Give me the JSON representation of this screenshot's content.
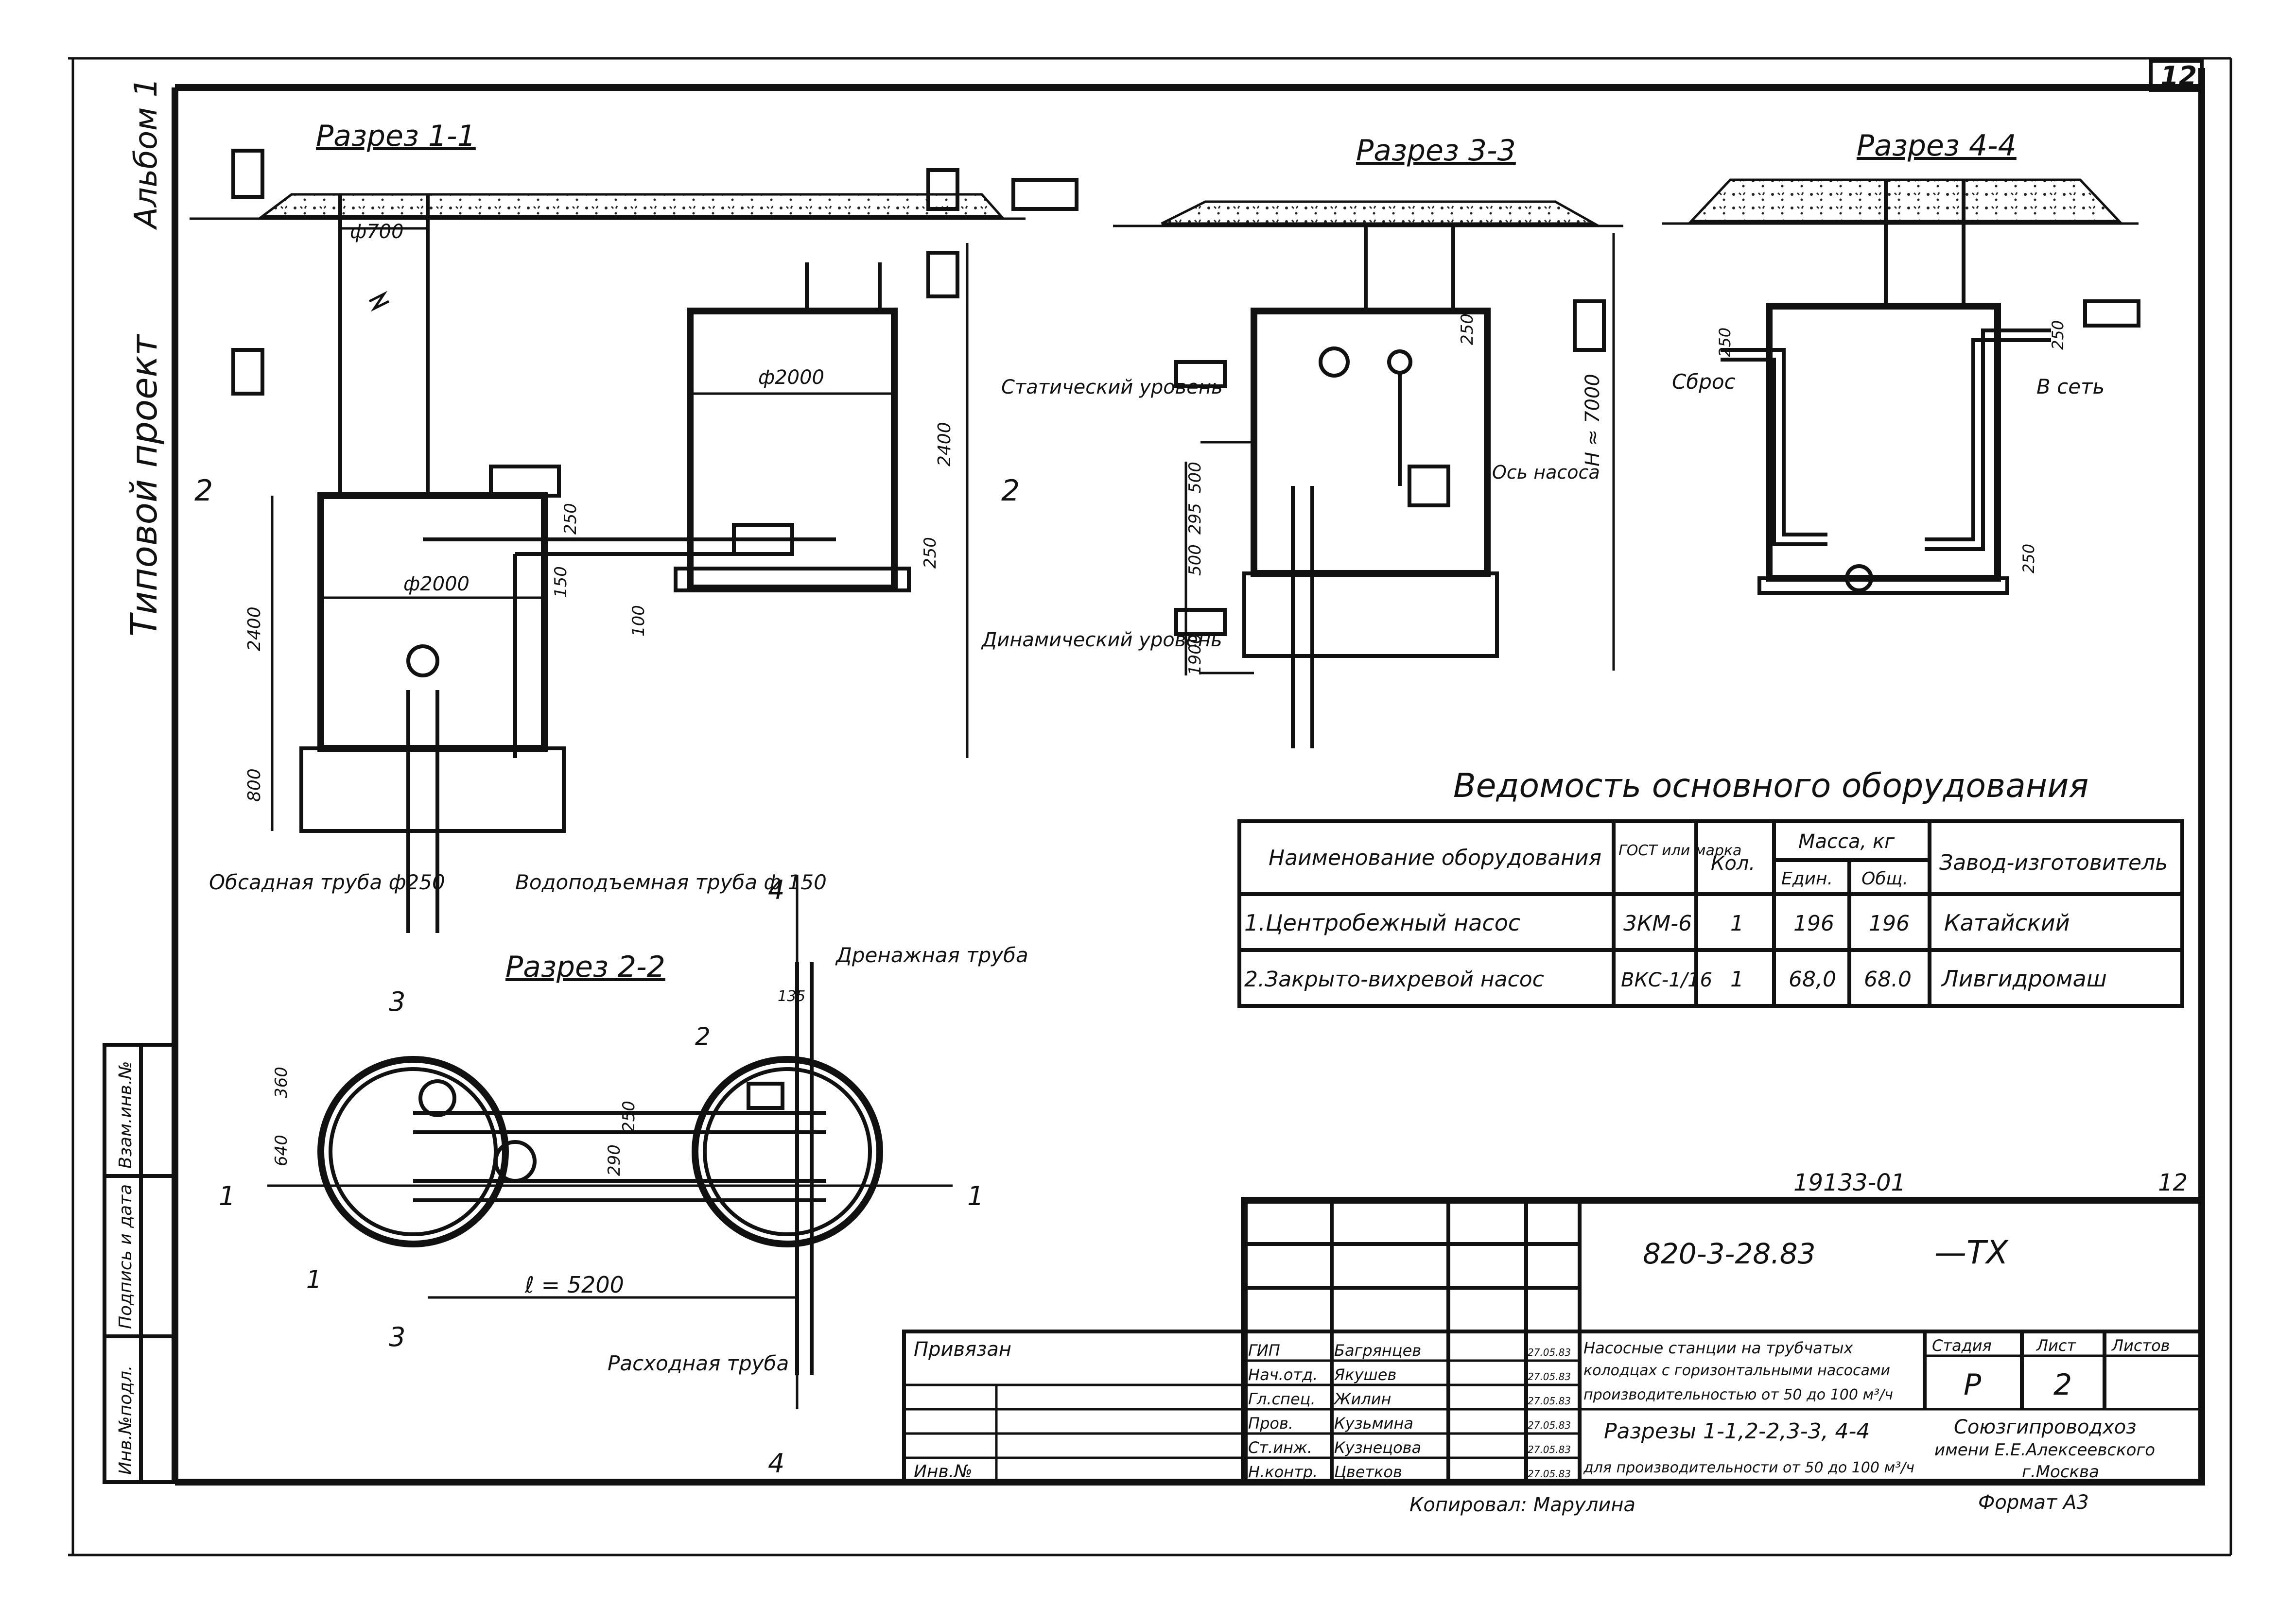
{
  "sheet": {
    "number_corner": "12",
    "side_title_top": "Альбом 1",
    "side_title_main": "Типовой проект",
    "side_stamp": [
      "Инв.№подл.",
      "Подпись и дата",
      "Взам.инв.№"
    ],
    "copied_by": "Копировал: Марулина",
    "format": "Формат А3"
  },
  "sections": {
    "s11": {
      "title": "Разрез 1-1",
      "dims": {
        "d700": "ф700",
        "d2000a": "ф2000",
        "d2000b": "ф2000",
        "h2400a": "2400",
        "h2400b": "2400",
        "h800": "800",
        "v150": "150",
        "v100": "100",
        "v250": "250",
        "v250b": "250"
      },
      "labels": {
        "casing": "Обсадная труба ф250",
        "riser": "Водоподъемная труба ф 150"
      }
    },
    "s22": {
      "title": "Разрез 2-2",
      "dims": {
        "d360": "360",
        "d640": "640",
        "d290": "290",
        "d250": "250",
        "d135": "135",
        "length": "ℓ = 5200"
      },
      "labels": {
        "drain": "Дренажная труба",
        "discharge": "Расходная труба"
      },
      "markers": {
        "m1": "1",
        "m2": "2",
        "m3": "3",
        "m4": "4"
      }
    },
    "s33": {
      "title": "Разрез 3-3",
      "labels": {
        "static": "Статический уровень",
        "dynamic": "Динамический уровень",
        "pump_axis": "Ось насоса",
        "h": "H ≈ 7000"
      },
      "dims": {
        "d500a": "500",
        "d295": "295",
        "d500b": "500",
        "d1900": "1900",
        "d250": "250"
      }
    },
    "s44": {
      "title": "Разрез 4-4",
      "labels": {
        "drop": "Сброс",
        "network": "В сеть"
      },
      "dims": {
        "d250a": "250",
        "d250b": "250",
        "d250c": "250"
      }
    }
  },
  "equipment_table": {
    "title": "Ведомость основного оборудования",
    "headers": {
      "name": "Наименование оборудования",
      "gost": "ГОСТ или марка",
      "qty": "Кол.",
      "mass": "Масса, кг",
      "unit": "Един.",
      "total": "Общ.",
      "maker": "Завод-изготовитель"
    },
    "rows": [
      {
        "name": "1.Центробежный насос",
        "gost": "3КМ-6",
        "qty": "1",
        "unit": "196",
        "total": "196",
        "maker": "Катайский"
      },
      {
        "name": "2.Закрыто-вихревой насос",
        "gost": "ВКС-1/16",
        "qty": "1",
        "unit": "68,0",
        "total": "68.0",
        "maker": "Ливгидромаш"
      }
    ]
  },
  "title_block": {
    "doc_number": "19133-01",
    "sheet_top": "12",
    "code": "820-3-28.83",
    "mark": "—ТХ",
    "tied": "Привязан",
    "inv": "Инв.№",
    "staff": [
      {
        "role": "ГИП",
        "name": "Багрянцев",
        "date": "27.05.83"
      },
      {
        "role": "Нач.отд.",
        "name": "Якушев",
        "date": "27.05.83"
      },
      {
        "role": "Гл.спец.",
        "name": "Жилин",
        "date": "27.05.83"
      },
      {
        "role": "Пров.",
        "name": "Кузьмина",
        "date": "27.05.83"
      },
      {
        "role": "Ст.инж.",
        "name": "Кузнецова",
        "date": "27.05.83"
      },
      {
        "role": "Н.контр.",
        "name": "Цветков",
        "date": "27.05.83"
      }
    ],
    "project_title": [
      "Насосные станции на трубчатых",
      "колодцах с горизонтальными насосами",
      "производительностью от 50 до 100 м³/ч"
    ],
    "sheet_title": [
      "Разрезы 1-1,2-2,3-3, 4-4",
      "для производительности от 50 до 100 м³/ч"
    ],
    "stage_hdr": "Стадия",
    "list_hdr": "Лист",
    "lists_hdr": "Листов",
    "stage": "Р",
    "list": "2",
    "org": [
      "Союзгипроводхоз",
      "имени Е.Е.Алексеевского",
      "г.Москва"
    ]
  }
}
